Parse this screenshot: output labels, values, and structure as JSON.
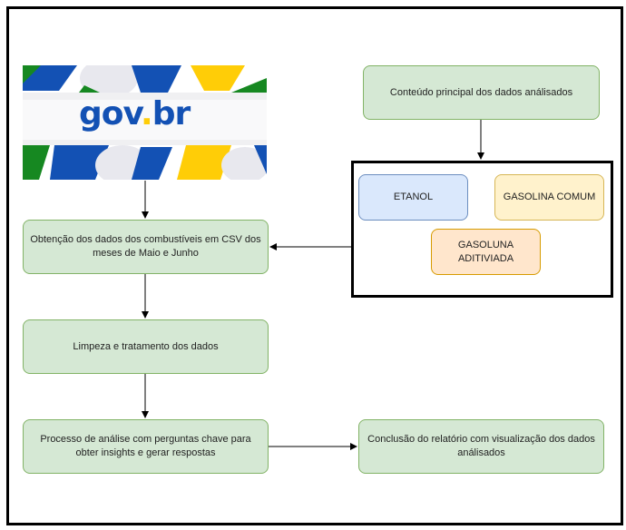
{
  "logo": {
    "text_main": "gov",
    "text_dot": ".",
    "text_tld": "br"
  },
  "nodes": {
    "main_content": "Conteúdo principal dos dados análisados",
    "etanol": "ETANOL",
    "gasolina_comum": "GASOLINA COMUM",
    "gasolina_aditivada": "GASOLUNA ADITIVIADA",
    "obtencao": "Obtenção dos dados dos combustíveis em CSV dos meses de Maio e Junho",
    "limpeza": "Limpeza  e tratamento dos dados",
    "processo": "Processo de análise com perguntas chave para obter insights e gerar respostas",
    "conclusao": "Conclusão do relatório com visualização dos dados análisados"
  },
  "colors": {
    "green_fill": "#d5e8d4",
    "blue_fill": "#dae8fc",
    "yellow_fill": "#fff2cc",
    "orange_fill": "#ffe6cc",
    "gov_blue": "#1351b4",
    "gov_green": "#168821",
    "gov_yellow": "#ffcd07"
  }
}
